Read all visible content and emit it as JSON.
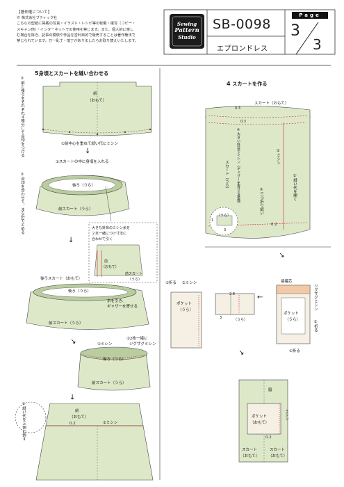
{
  "header": {
    "copyright_title": "【著作権について】",
    "copyright_lines": [
      "© 株式会社ブティック社",
      "こちらの型紙に掲載の写真・イラスト・レシピ等の転載・複写（コピー・",
      "スキャン他）・インターネットでの使用を禁じます。また、個人的に楽し",
      "む場合を除き、記事の模倣や作品を営利目的で販売することは著作権法で",
      "禁じられています。万一乱丁・落丁がありましたらお取り替えいたします。"
    ],
    "logo": {
      "line1": "Sewing",
      "line2": "Pattern",
      "line3": "Studio"
    },
    "code": "SB-0098",
    "title": "エプロンドレス",
    "page_label": "Page",
    "page_current": "3",
    "page_total": "3"
  },
  "left": {
    "step_number": "5",
    "step_title": "身頃とスカートを縫い合わせる",
    "vert_note1": "②前と後ろをそれぞれ４等分して合印をつける",
    "front_label": "前",
    "omote": "（おもて）",
    "note_center": "①前中心を重ねて縫い代にミシン",
    "note_insert": "①スカートの中に身頃を入れる",
    "vert_note2": "②合印を合わせて、まち針でとめる",
    "back_ura": "後ろ（うら）",
    "front_skirt_ura": "前スカート（うら）",
    "inset_note": [
      "大きな針目のミシン糸を",
      "２本一緒につけ寸法に",
      "合わせて引く"
    ],
    "inset_front": "前",
    "inset_front_omote": "（おもて）",
    "inset_skirt": "前スカート",
    "inset_skirt_ura": "（うら）",
    "back_skirt_omote": "後ろスカート（おもて）",
    "gather_note": [
      "糸を引き、",
      "ギャザーを寄せる"
    ],
    "sew1": "①ミシン",
    "zigzag": [
      "②2枚一緒に",
      "ジグザグミシン"
    ],
    "vert_note3": "①縫い代を上側に倒す",
    "bottom_front": "前",
    "bottom_omote": "（おもて）",
    "bottom_02": "0.2",
    "bottom_sew": "②ミシン"
  },
  "right": {
    "step_number": "4",
    "step_title": "スカートを作る",
    "skirt_omote": "スカート（おもて）",
    "v03a": "0.3",
    "v03b": "0.3",
    "vert_stitch": "④大きい針目でミシン（ギャザーを寄せる準備）",
    "vert_skirt": "スカート（うら）",
    "vert_sew1": "①ミシン",
    "vert_fold_seam": "②縫い代を開く",
    "vert_fold3": "③三つ折り縫い",
    "ura": "（うら）",
    "n1": "1",
    "n3": "3",
    "v02": "0.2",
    "fold1": "①折る",
    "sew2": "②ミシン",
    "pocket": "ポケット",
    "pocket_ura": "（うら）",
    "n28": "2.8",
    "n3b": "3",
    "ura2": "（うら）",
    "interfacing": "接着芯",
    "vert_zigzag": "ジグザグミシン",
    "vert_fold2": "②折る",
    "fold1b": "①折る",
    "pocket2": "ポケット",
    "pocket2_ura": "（うら）",
    "wa": "脇",
    "vert_sew": "ミシン",
    "pocket3": "ポケット",
    "pocket3_omote": "（おもて）",
    "v02b": "0.2",
    "skirt_l": "スカート",
    "skirt_l_omote": "（おもて）",
    "skirt_r": "スカート",
    "skirt_r_omote": "（おもて）"
  },
  "colors": {
    "fabric": "#dde8c9",
    "fabric_dark": "#b9cda0",
    "pocket": "#f6f0e4",
    "interfacing": "#f2c9a6",
    "stitch": "#d2232a",
    "line": "#333333"
  }
}
